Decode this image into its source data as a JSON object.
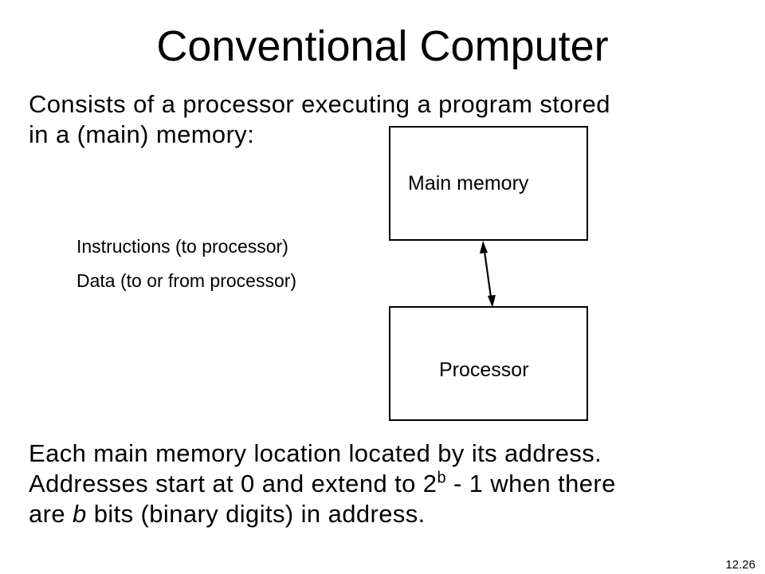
{
  "slide": {
    "title": "Conventional Computer",
    "intro_line1": "Consists of a processor executing a program stored",
    "intro_line2": "in a (main) memory:",
    "page_number": "12.26"
  },
  "diagram": {
    "memory_label": "Main memory",
    "processor_label": "Processor",
    "note_instructions": "Instructions (to processor)",
    "note_data": "Data (to or from processor)"
  },
  "outro": {
    "line1": "Each main memory location located by its address.",
    "line2_before": "Addresses start at 0 and extend to 2",
    "line2_sup": "b",
    "line2_after": " - 1 when there",
    "line3_before": "are ",
    "line3_italic": "b",
    "line3_after": " bits (binary digits) in address."
  }
}
